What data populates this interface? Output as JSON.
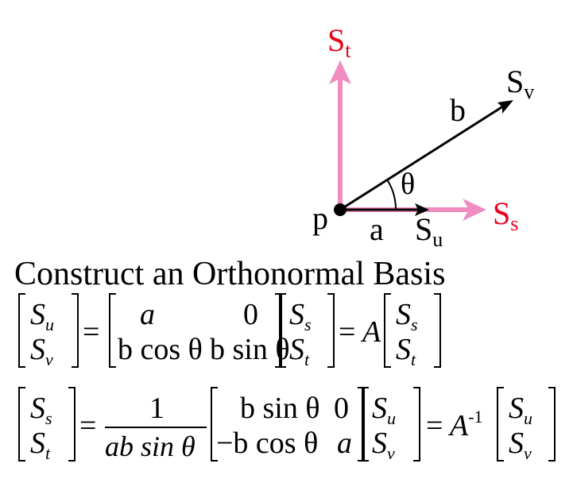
{
  "colors": {
    "basis_arrow": "#f08cc0",
    "basis_label": "#e8001c",
    "ink": "#000000"
  },
  "diagram": {
    "label_St": {
      "base": "S",
      "sub": "t"
    },
    "label_Ss": {
      "base": "S",
      "sub": "s"
    },
    "label_Sv": {
      "base": "S",
      "sub": "v"
    },
    "label_Su": {
      "base": "S",
      "sub": "u"
    },
    "label_b": "b",
    "label_a": "a",
    "label_p": "p",
    "label_theta": "θ"
  },
  "heading": "Construct an Orthonormal Basis",
  "eq1": {
    "lhs_top": {
      "base": "S",
      "sub": "u"
    },
    "lhs_bottom": {
      "base": "S",
      "sub": "v"
    },
    "equals1": "=",
    "m11": "a",
    "m12": "0",
    "m21": "b cos θ",
    "m22": "b sin θ",
    "v_top": {
      "base": "S",
      "sub": "s"
    },
    "v_bottom": {
      "base": "S",
      "sub": "t"
    },
    "equals2": "=",
    "coef": "A",
    "r_top": {
      "base": "S",
      "sub": "s"
    },
    "r_bottom": {
      "base": "S",
      "sub": "t"
    }
  },
  "eq2": {
    "lhs_top": {
      "base": "S",
      "sub": "s"
    },
    "lhs_bottom": {
      "base": "S",
      "sub": "t"
    },
    "equals1": "=",
    "frac_num": "1",
    "frac_den": "ab sin θ",
    "m11": "b sin θ",
    "m12": "0",
    "m21": "−b cos θ",
    "m22": "a",
    "v_top": {
      "base": "S",
      "sub": "u"
    },
    "v_bottom": {
      "base": "S",
      "sub": "v"
    },
    "equals2": "=",
    "coef": "A",
    "coef_sup": "-1",
    "r_top": {
      "base": "S",
      "sub": "u"
    },
    "r_bottom": {
      "base": "S",
      "sub": "v"
    }
  }
}
